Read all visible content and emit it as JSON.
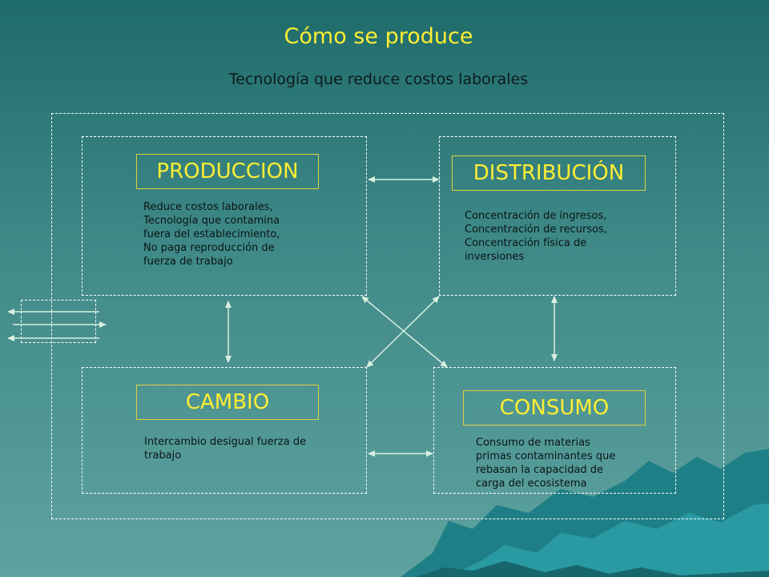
{
  "title": "Cómo se produce",
  "subtitle": "Tecnología que reduce costos laborales",
  "colors": {
    "accent": "#ffee33",
    "line": "#d8f0e0",
    "box_border": "#e0d040"
  },
  "quadrants": {
    "produccion": {
      "label": "PRODUCCION",
      "lines": [
        "Reduce costos laborales,",
        "Tecnología que contamina",
        "fuera del establecimiento,",
        "No paga reproducción de",
        "fuerza de trabajo"
      ]
    },
    "distribucion": {
      "label": "DISTRIBUCIÓN",
      "lines": [
        "Concentración de ingresos,",
        "Concentración de recursos,",
        "Concentración física de",
        "inversiones"
      ]
    },
    "cambio": {
      "label": "CAMBIO",
      "lines": [
        "Intercambio desigual fuerza de",
        "trabajo"
      ]
    },
    "consumo": {
      "label": "CONSUMO",
      "lines": [
        "Consumo de materias",
        "primas contaminantes que",
        "rebasan la capacidad de",
        "carga del ecosistema"
      ]
    }
  }
}
